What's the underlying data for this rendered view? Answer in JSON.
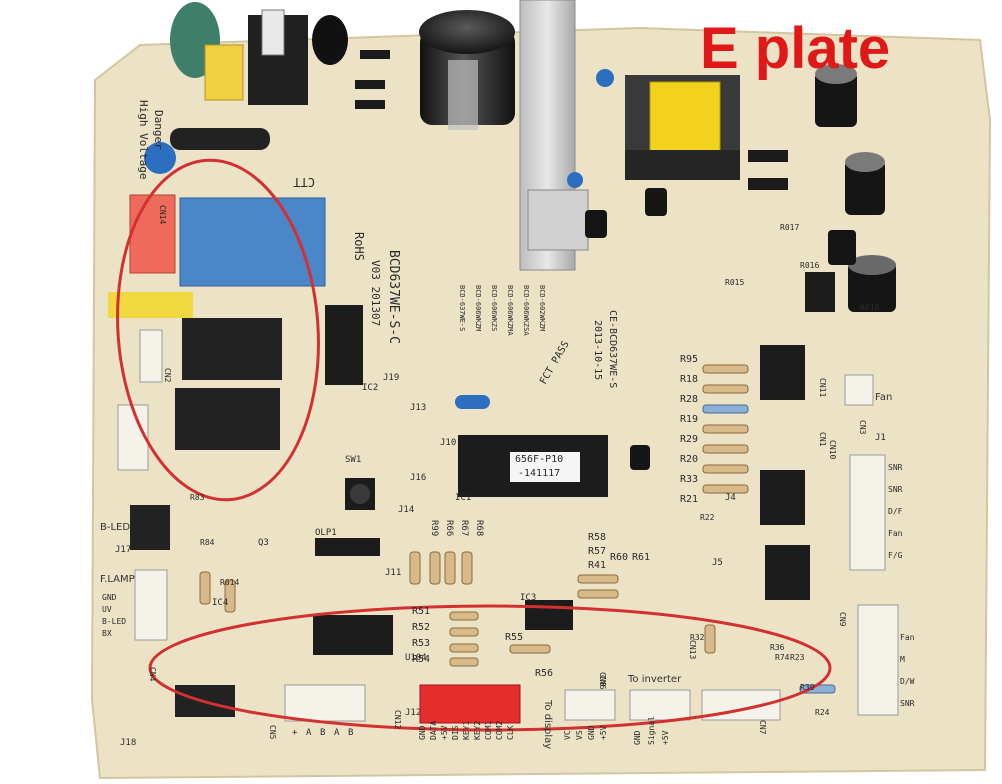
{
  "title": "E plate",
  "board": {
    "model": "BCD637WE-S-C",
    "version": "V03 201307",
    "rohs": "RoHS",
    "pass": "FCT PASS",
    "serial": "CE-BCD637WE-S",
    "date": "2013-10-15",
    "chip": "656F-P10",
    "chip_sub": "-141117",
    "warning": "High Voltage",
    "danger": "Danger",
    "label_ctt": "CTT"
  },
  "silkscreen": {
    "resistors_right": [
      "R95",
      "R18",
      "R28",
      "R19",
      "R29",
      "R20",
      "R33",
      "R21"
    ],
    "resistors_mid": [
      "R58",
      "R57",
      "R41",
      "R60",
      "R61"
    ],
    "resistors_bottom": [
      "R51",
      "R52",
      "R53",
      "R54",
      "R55",
      "R56"
    ],
    "resistors_left": [
      "R99",
      "R66",
      "R67",
      "R68"
    ],
    "misc": [
      "R22",
      "R24",
      "R23",
      "R30",
      "R32",
      "R36",
      "R74",
      "R83",
      "R84",
      "R014",
      "R015",
      "R016",
      "R017",
      "R018"
    ],
    "connectors": [
      "CN1",
      "CN2",
      "CN3",
      "CN4",
      "CN5",
      "CN6",
      "CN7",
      "CN8",
      "CN9",
      "CN10",
      "CN11",
      "CN12",
      "CN13",
      "CN14"
    ],
    "jumpers": [
      "J1",
      "J4",
      "J5",
      "J10",
      "J11",
      "J12",
      "J13",
      "J14",
      "J16",
      "J17",
      "J18",
      "J19"
    ],
    "ics": [
      "IC1",
      "IC2",
      "IC3",
      "IC4",
      "U104",
      "OLP1",
      "Q3",
      "SW1"
    ],
    "cn1_labels": [
      "SNR",
      "SNR",
      "D/F",
      "Fan",
      "F/G"
    ],
    "cn9_labels": [
      "Fan",
      "M",
      "D/W",
      "SNR"
    ],
    "left_labels": [
      "GND",
      "UV",
      "B-LED",
      "BX"
    ],
    "lamp": "F.LAMP",
    "bled": "B-LED",
    "cn5_labels": [
      "+",
      "A",
      "B",
      "A",
      "B"
    ],
    "cn12_labels": [
      "GND",
      "DATA",
      "+5V",
      "DIS",
      "KEY1",
      "KEY2",
      "COM1",
      "COM2",
      "CLK"
    ],
    "cn6_labels": [
      "VC",
      "VS",
      "GND",
      "+5V"
    ],
    "cn13_labels": [
      "GND",
      "Signal",
      "+5V"
    ],
    "display": "To display",
    "inverter": "To inverter",
    "fan": "Fan",
    "model_table": [
      "BCD-637WE-S",
      "BCD-606WKZM",
      "BCD-606WKZS",
      "BCD-606WKZMA",
      "BCD-606WKZSA",
      "BCD-602WKZM"
    ]
  },
  "colors": {
    "board": "#ece3c6",
    "board_edge": "#d9cdaa",
    "annotation": "#d33030",
    "title": "#e01818"
  }
}
